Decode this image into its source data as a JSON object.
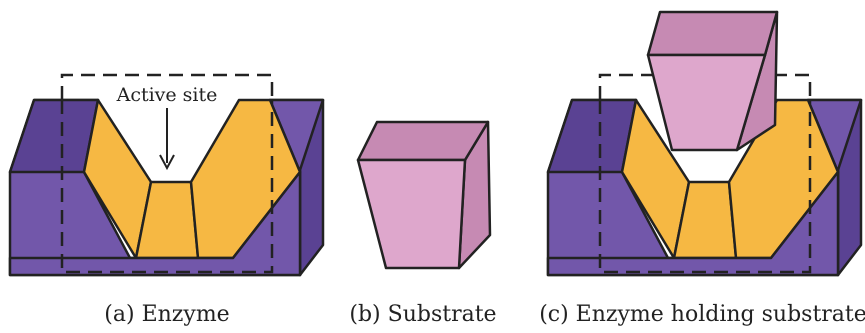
{
  "colors": {
    "enzyme_front": "#7257aa",
    "enzyme_side": "#5a4293",
    "active_site_fill": "#f6b843",
    "substrate_front": "#dea7cc",
    "substrate_side": "#c68ab3",
    "outline": "#222222"
  },
  "panel_a": {
    "annotation": "Active site",
    "caption": "(a) Enzyme"
  },
  "panel_b": {
    "caption": "(b) Substrate"
  },
  "panel_c": {
    "caption": "(c) Enzyme holding substrate"
  }
}
